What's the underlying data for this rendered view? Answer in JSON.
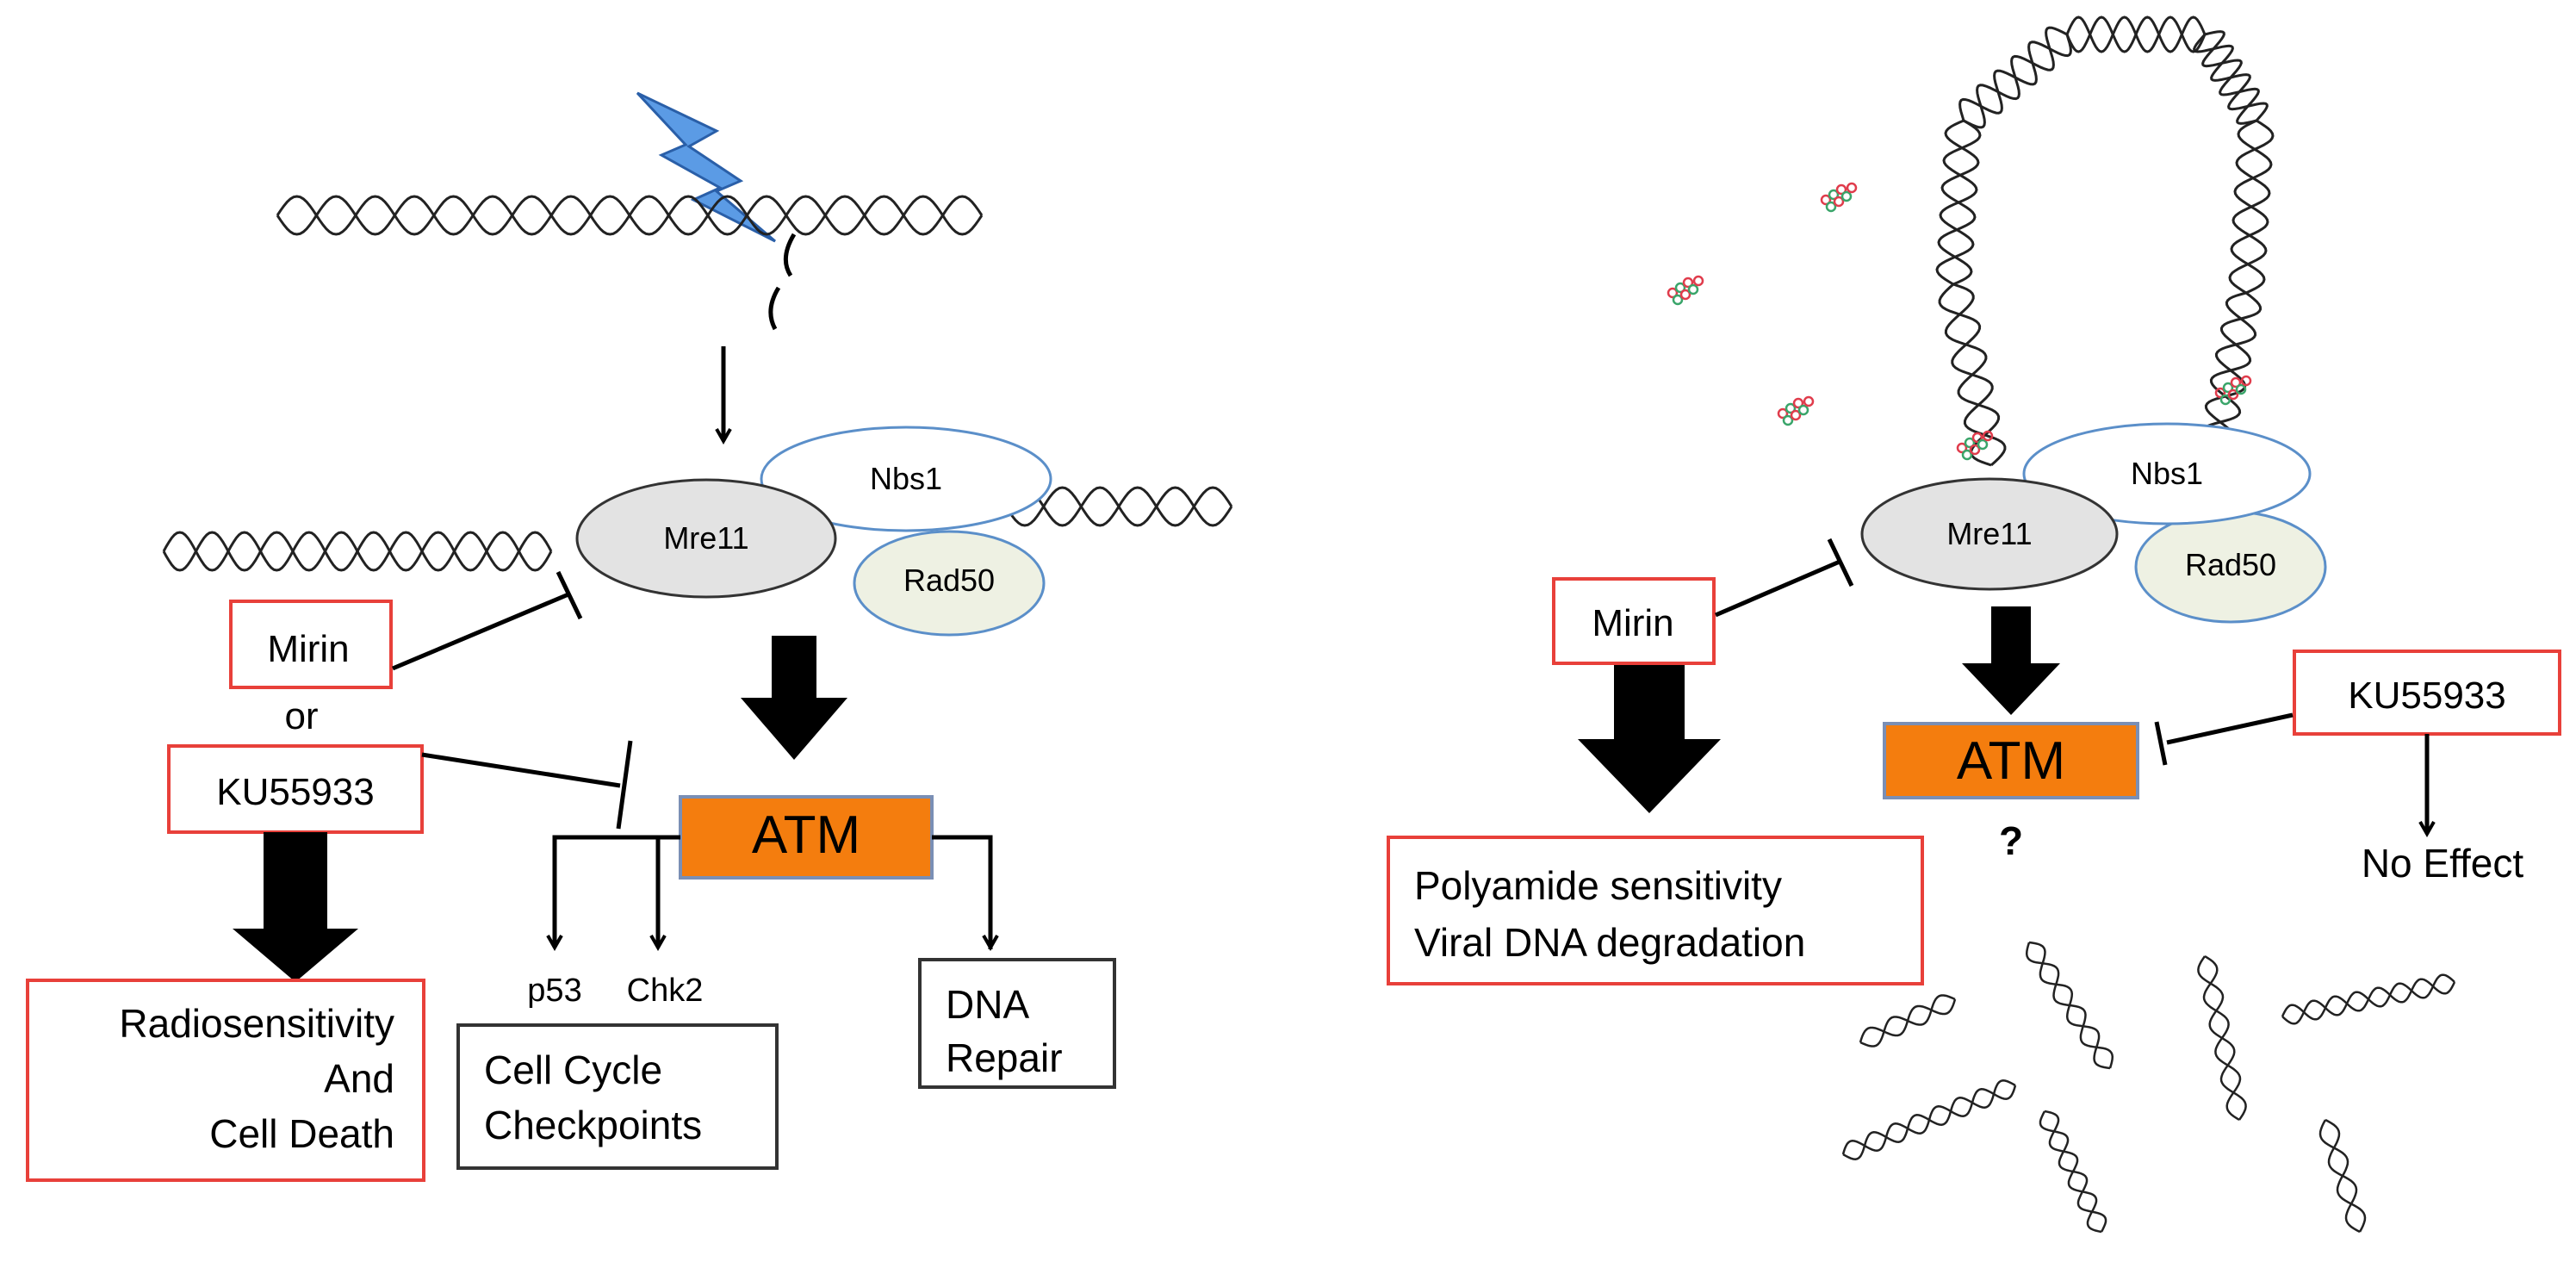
{
  "left_panel": {
    "proteins": {
      "mre11": "Mre11",
      "nbs1": "Nbs1",
      "rad50": "Rad50"
    },
    "atm": "ATM",
    "inhibitors": {
      "mirin": "Mirin",
      "or": "or",
      "ku": "KU55933"
    },
    "targets": {
      "p53": "p53",
      "chk2": "Chk2"
    },
    "outcomes": {
      "radio_line1": "Radiosensitivity",
      "radio_line2": "And",
      "radio_line3": "Cell Death",
      "cycle_line1": "Cell Cycle",
      "cycle_line2": "Checkpoints",
      "repair_line1": "DNA",
      "repair_line2": "Repair"
    }
  },
  "right_panel": {
    "proteins": {
      "mre11": "Mre11",
      "nbs1": "Nbs1",
      "rad50": "Rad50"
    },
    "atm": "ATM",
    "question": "?",
    "inhibitors": {
      "mirin": "Mirin",
      "ku": "KU55933"
    },
    "outcomes": {
      "poly_line1": "Polyamide sensitivity",
      "poly_line2": "Viral DNA degradation",
      "no_effect": "No Effect"
    }
  },
  "colors": {
    "atm_fill": "#f47d0e",
    "atm_border": "#7a8fb5",
    "mre11_fill": "#e3e3e3",
    "rad50_fill": "#eef1e3",
    "protein_border": "#5b8fc9",
    "inhibitor_border": "#e8403a",
    "lightning": "#5b9be5",
    "polyamide_red": "#e03c4c",
    "polyamide_green": "#3aa56a"
  },
  "icons": [
    "lightning-icon",
    "dna-helix-icon",
    "polyamide-icon",
    "inhibition-arrow-icon",
    "activation-arrow-icon"
  ]
}
